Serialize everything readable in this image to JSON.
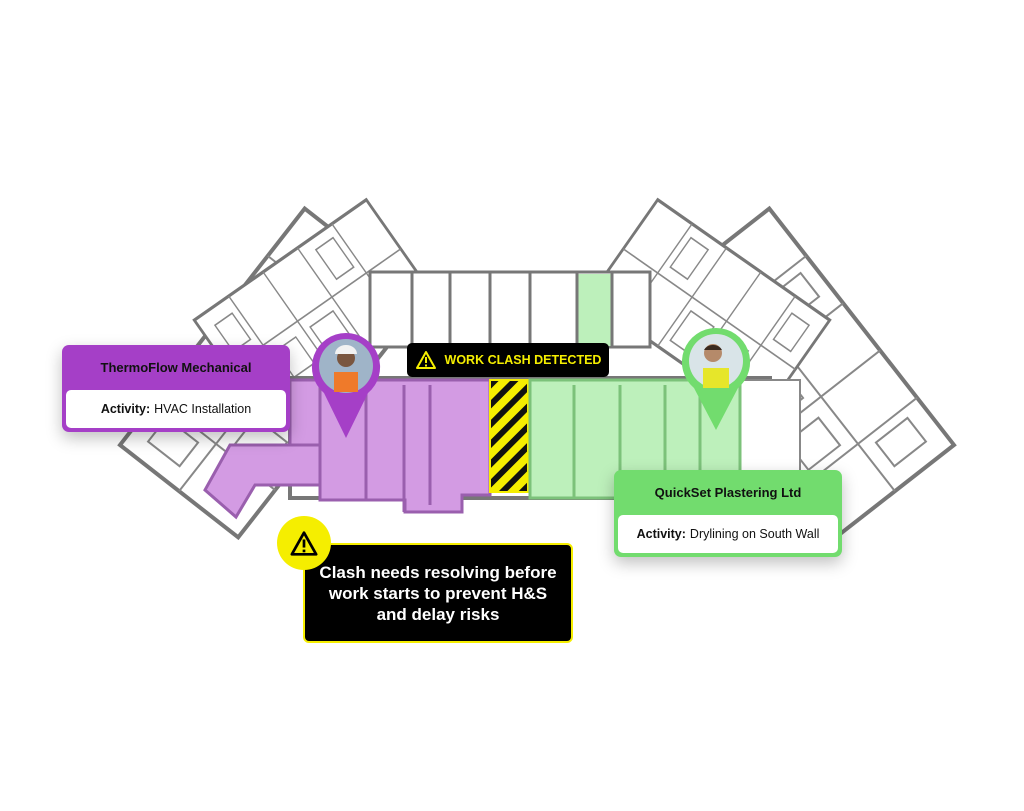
{
  "colors": {
    "purple": "#a53fc7",
    "purple_fill": "#d39be3",
    "green": "#72dc6e",
    "green_fill": "#bdf0bb",
    "yellow": "#f5ee00",
    "black": "#000000"
  },
  "contractor_a": {
    "name": "ThermoFlow Mechanical",
    "activity_label": "Activity:",
    "activity": "HVAC Installation",
    "icon": "worker-avatar-pin"
  },
  "contractor_b": {
    "name": "QuickSet Plastering Ltd",
    "activity_label": "Activity:",
    "activity": "Drylining on South Wall",
    "icon": "worker-avatar-pin"
  },
  "clash_badge": {
    "label": "WORK CLASH DETECTED",
    "icon": "warning-triangle-icon"
  },
  "warning": {
    "text": "Clash needs resolving before work starts to prevent H&S and delay risks",
    "icon": "warning-triangle-icon"
  }
}
